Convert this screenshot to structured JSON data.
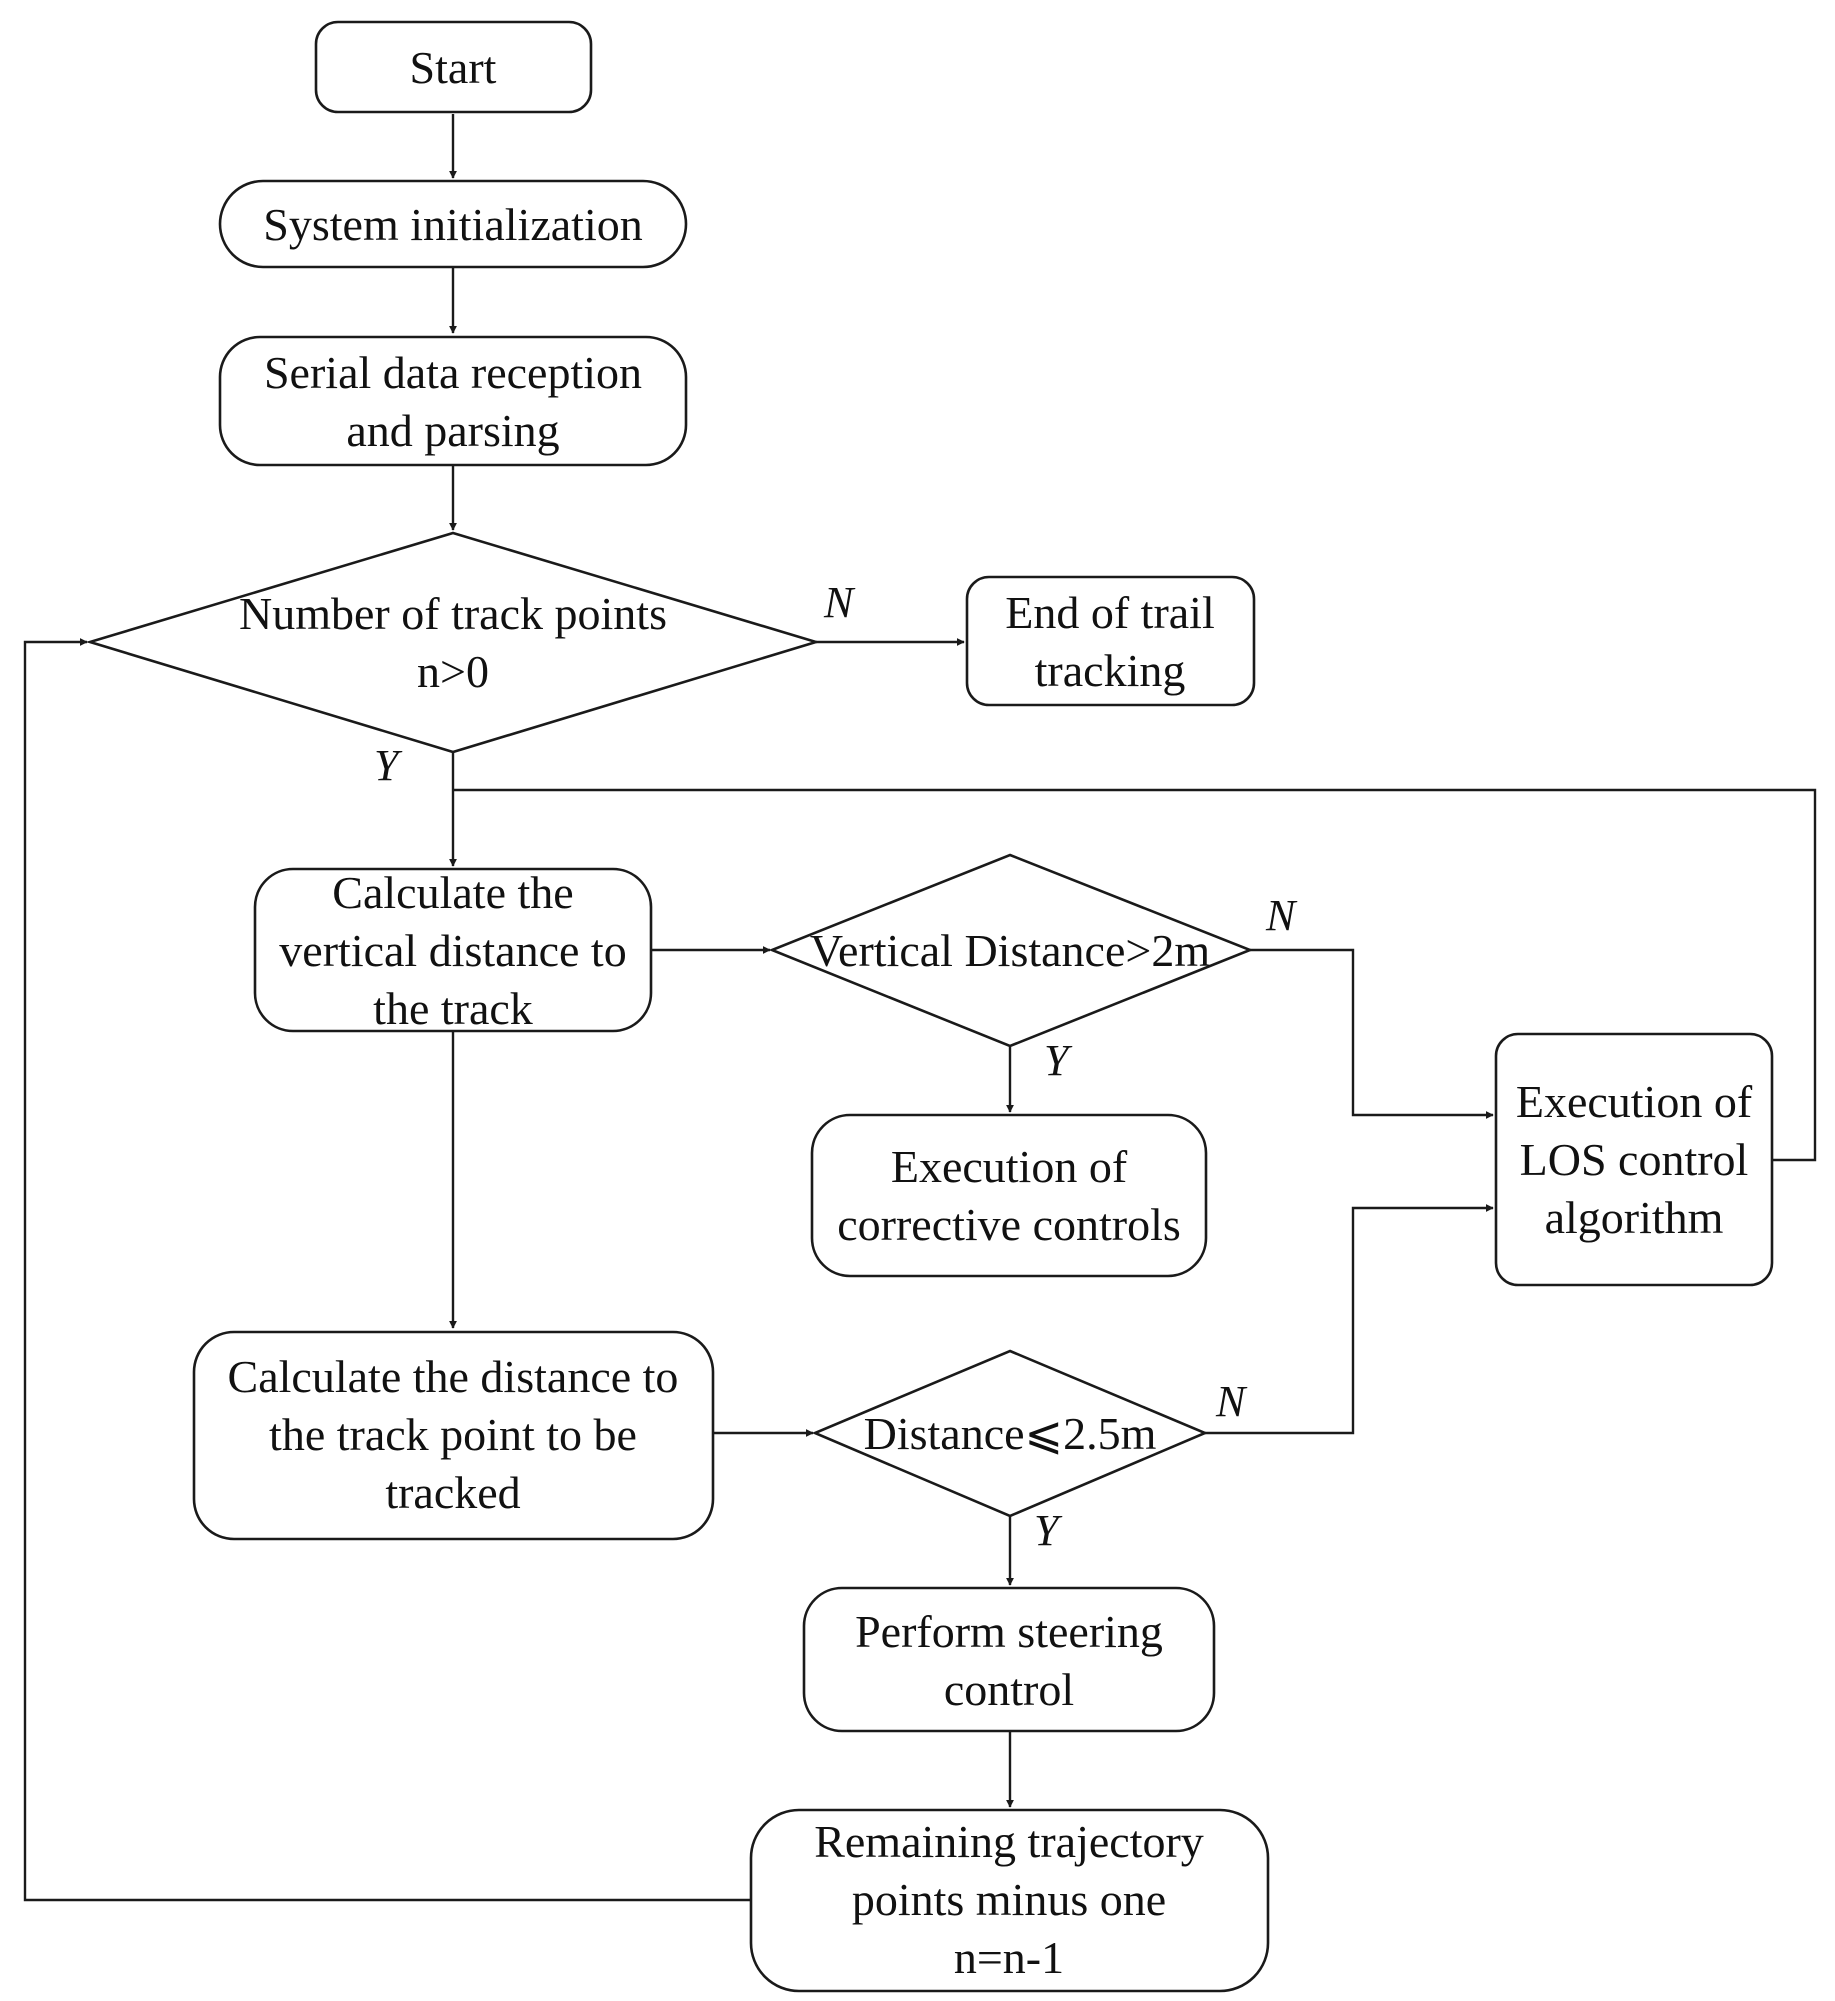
{
  "nodes": {
    "start": {
      "lines": [
        "Start"
      ]
    },
    "init": {
      "lines": [
        "System initialization"
      ]
    },
    "serial": {
      "lines": [
        "Serial data reception",
        "and parsing"
      ]
    },
    "track_check": {
      "lines": [
        "Number of track points",
        "n>0"
      ]
    },
    "end": {
      "lines": [
        "End of trail",
        "tracking"
      ]
    },
    "calc_vertical": {
      "lines": [
        "Calculate the",
        "vertical distance to",
        "the track"
      ]
    },
    "vertical_check": {
      "lines": [
        "Vertical Distance>2m"
      ]
    },
    "corrective": {
      "lines": [
        "Execution of",
        "corrective controls"
      ]
    },
    "los": {
      "lines": [
        "Execution of",
        "LOS control",
        "algorithm"
      ]
    },
    "calc_point": {
      "lines": [
        "Calculate the distance to",
        "the track point to be",
        "tracked"
      ]
    },
    "distance_check": {
      "lines": [
        "Distance⩽2.5m"
      ]
    },
    "steering": {
      "lines": [
        "Perform steering",
        "control"
      ]
    },
    "remaining": {
      "lines": [
        "Remaining trajectory",
        "points minus one",
        "n=n-1"
      ]
    }
  },
  "edge_labels": {
    "track_no": "N",
    "track_yes": "Y",
    "vertical_no": "N",
    "vertical_yes": "Y",
    "distance_no": "N",
    "distance_yes": "Y"
  }
}
